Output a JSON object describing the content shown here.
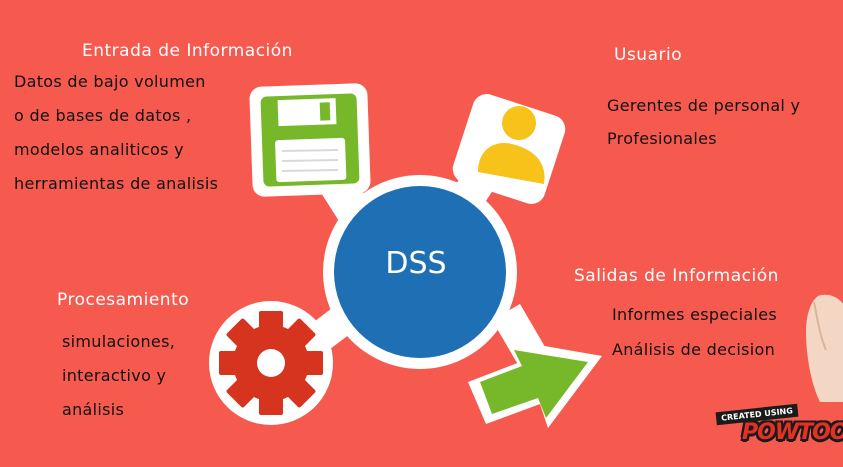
{
  "center": {
    "label": "DSS"
  },
  "entrada": {
    "title": "Entrada de Información",
    "lines": [
      "Datos de bajo volumen",
      "o de bases de datos ,",
      "modelos analiticos y",
      "herramientas de analisis"
    ]
  },
  "usuario": {
    "title": "Usuario",
    "lines": [
      "Gerentes de personal y",
      "Profesionales"
    ]
  },
  "procesamiento": {
    "title": "Procesamiento",
    "lines": [
      "simulaciones,",
      "interactivo y",
      "análisis"
    ]
  },
  "salidas": {
    "title": "Salidas de Información",
    "lines": [
      "Informes especiales",
      "Análisis de decision"
    ]
  },
  "watermark": {
    "top": "CREATED USING",
    "brand": "POWTOON"
  },
  "colors": {
    "background": "#f65a4f",
    "hub": "#1f6fb5",
    "green": "#76b82a",
    "yellow": "#f7c21a",
    "gear": "#d6341f",
    "heading": "#ffffff"
  },
  "icons": {
    "input": "floppy-disk-icon",
    "user": "user-icon",
    "processing": "gear-icon",
    "output": "arrow-icon"
  }
}
